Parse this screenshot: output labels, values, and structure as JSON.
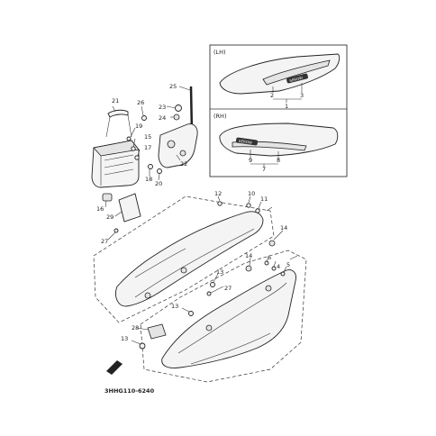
{
  "diagram": {
    "code": "3HHG110-6240",
    "inset_labels": {
      "left": "(LH)",
      "right": "(RH)"
    },
    "emblem_text": "SEROW",
    "callouts": [
      "1",
      "2",
      "3",
      "4",
      "5",
      "6",
      "7",
      "8",
      "9",
      "10",
      "11",
      "12",
      "13",
      "13",
      "13",
      "14",
      "14",
      "15",
      "16",
      "17",
      "18",
      "19",
      "20",
      "21",
      "22",
      "23",
      "24",
      "25",
      "26",
      "27",
      "27",
      "28",
      "29"
    ]
  }
}
